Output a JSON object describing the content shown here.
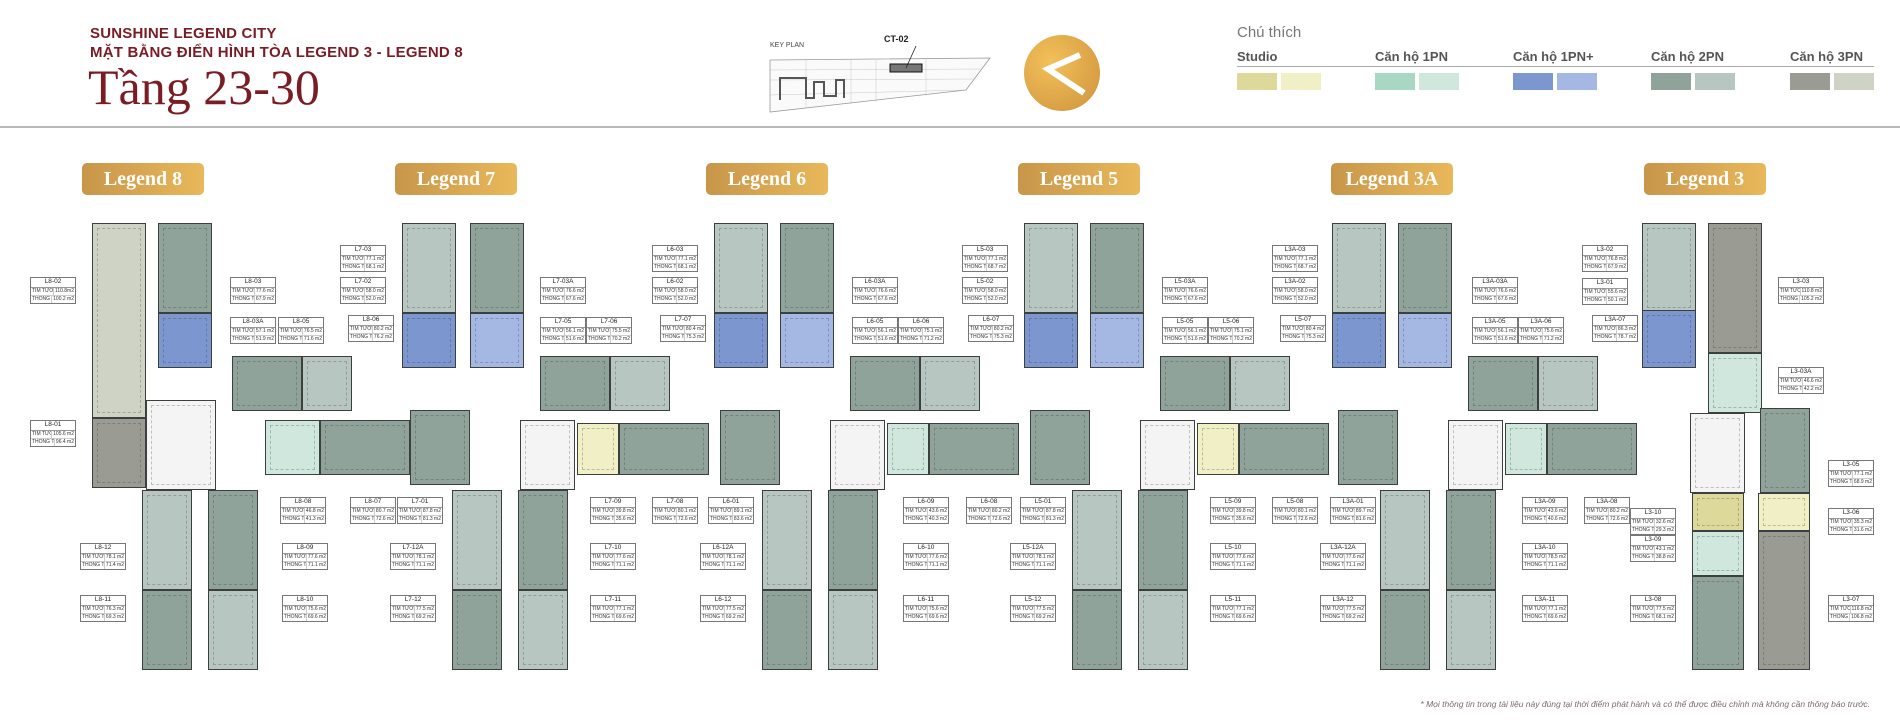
{
  "header": {
    "project": "SUNSHINE LEGEND CITY",
    "subtitle": "MẶT BẰNG ĐIỂN HÌNH TÒA LEGEND 3 - LEGEND 8",
    "title": "Tầng 23-30"
  },
  "keyplan": {
    "label": "KEY PLAN",
    "code": "CT-02"
  },
  "compass": {
    "icon": "north-arrow-icon",
    "color": "#e0a94b"
  },
  "legend": {
    "title": "Chú thích",
    "items": [
      {
        "label": "Studio",
        "colors": [
          "#dcd99b",
          "#f0efc6"
        ]
      },
      {
        "label": "Căn hộ 1PN",
        "colors": [
          "#a8d8c4",
          "#cfe7dd"
        ]
      },
      {
        "label": "Căn hộ 1PN+",
        "colors": [
          "#7c96cf",
          "#a5b7e3"
        ]
      },
      {
        "label": "Căn hộ 2PN",
        "colors": [
          "#8fa39a",
          "#b7c6c0"
        ]
      },
      {
        "label": "Căn hộ 3PN",
        "colors": [
          "#9a9c94",
          "#cfd3c6"
        ]
      }
    ]
  },
  "label_keys": {
    "tim_tuong": "TIM TƯỜNG",
    "thong_thuy": "THÔNG THỦY"
  },
  "buildings": [
    {
      "name": "Legend 8"
    },
    {
      "name": "Legend 7"
    },
    {
      "name": "Legend 6"
    },
    {
      "name": "Legend 5"
    },
    {
      "name": "Legend 3A"
    },
    {
      "name": "Legend 3"
    }
  ],
  "units": {
    "L8_02": {
      "id": "L8-02",
      "tim": "110.8m2",
      "thong": "100.2 m2"
    },
    "L8_01": {
      "id": "L8-01",
      "tim": "105.6 m2",
      "thong": "96.4 m2"
    },
    "L8_03": {
      "id": "L8-03",
      "tim": "77.6 m2",
      "thong": "67.9 m2"
    },
    "L8_03A": {
      "id": "L8-03A",
      "tim": "57.1 m2",
      "thong": "51.9 m2"
    },
    "L8_05": {
      "id": "L8-05",
      "tim": "76.5 m2",
      "thong": "71.6 m2"
    },
    "L8_08": {
      "id": "L8-08",
      "tim": "46.8 m2",
      "thong": "41.3 m2"
    },
    "L8_12": {
      "id": "L8-12",
      "tim": "78.1 m2",
      "thong": "71.4 m2"
    },
    "L8_11": {
      "id": "L8-11",
      "tim": "76.3 m2",
      "thong": "69.3 m2"
    },
    "L8_09": {
      "id": "L8-09",
      "tim": "77.6 m2",
      "thong": "71.1 m2"
    },
    "L8_10": {
      "id": "L8-10",
      "tim": "75.6 m2",
      "thong": "69.6 m2"
    },
    "L7_03": {
      "id": "L7-03",
      "tim": "77.1 m2",
      "thong": "68.1 m2"
    },
    "L7_02": {
      "id": "L7-02",
      "tim": "58.0 m2",
      "thong": "52.0 m2"
    },
    "L8_06": {
      "id": "L8-06",
      "tim": "80.2 m2",
      "thong": "76.2 m2"
    },
    "L7_03A": {
      "id": "L7-03A",
      "tim": "76.6 m2",
      "thong": "67.6 m2"
    },
    "L7_05": {
      "id": "L7-05",
      "tim": "56.1 m2",
      "thong": "51.6 m2"
    },
    "L7_06": {
      "id": "L7-06",
      "tim": "75.5 m2",
      "thong": "70.2 m2"
    },
    "L8_07": {
      "id": "L8-07",
      "tim": "80.7 m2",
      "thong": "72.6 m2"
    },
    "L7_01": {
      "id": "L7-01",
      "tim": "87.8 m2",
      "thong": "81.3 m2"
    },
    "L7_09": {
      "id": "L7-09",
      "tim": "39.8 m2",
      "thong": "35.6 m2"
    },
    "L7_08": {
      "id": "L7-08",
      "tim": "80.1 m2",
      "thong": "72.6 m2"
    },
    "L7_12A": {
      "id": "L7-12A",
      "tim": "78.1 m2",
      "thong": "71.1 m2"
    },
    "L7_12": {
      "id": "L7-12",
      "tim": "77.5 m2",
      "thong": "69.2 m2"
    },
    "L7_10": {
      "id": "L7-10",
      "tim": "77.6 m2",
      "thong": "71.1 m2"
    },
    "L7_11": {
      "id": "L7-11",
      "tim": "77.1 m2",
      "thong": "69.6 m2"
    },
    "L6_03": {
      "id": "L6-03",
      "tim": "77.1 m2",
      "thong": "68.1 m2"
    },
    "L6_02": {
      "id": "L6-02",
      "tim": "58.0 m2",
      "thong": "52.0 m2"
    },
    "L7_07": {
      "id": "L7-07",
      "tim": "80.4 m2",
      "thong": "75.3 m2"
    },
    "L6_03A": {
      "id": "L6-03A",
      "tim": "76.6 m2",
      "thong": "67.6 m2"
    },
    "L6_05": {
      "id": "L6-05",
      "tim": "56.1 m2",
      "thong": "51.6 m2"
    },
    "L6_06": {
      "id": "L6-06",
      "tim": "75.1 m2",
      "thong": "71.2 m2"
    },
    "L6_01": {
      "id": "L6-01",
      "tim": "89.1 m2",
      "thong": "83.6 m2"
    },
    "L6_09": {
      "id": "L6-09",
      "tim": "43.6 m2",
      "thong": "40.3 m2"
    },
    "L6_08": {
      "id": "L6-08",
      "tim": "80.2 m2",
      "thong": "72.6 m2"
    },
    "L6_12A": {
      "id": "L6-12A",
      "tim": "78.1 m2",
      "thong": "71.1 m2"
    },
    "L6_12": {
      "id": "L6-12",
      "tim": "77.5 m2",
      "thong": "69.2 m2"
    },
    "L6_10": {
      "id": "L6-10",
      "tim": "77.6 m2",
      "thong": "71.1 m2"
    },
    "L6_11": {
      "id": "L6-11",
      "tim": "75.6 m2",
      "thong": "69.6 m2"
    },
    "L5_03": {
      "id": "L5-03",
      "tim": "77.1 m2",
      "thong": "68.7 m2"
    },
    "L5_02": {
      "id": "L5-02",
      "tim": "58.0 m2",
      "thong": "52.0 m2"
    },
    "L6_07": {
      "id": "L6-07",
      "tim": "80.2 m2",
      "thong": "75.3 m2"
    },
    "L5_03A": {
      "id": "L5-03A",
      "tim": "76.6 m2",
      "thong": "67.6 m2"
    },
    "L5_05": {
      "id": "L5-05",
      "tim": "56.1 m2",
      "thong": "51.6 m2"
    },
    "L5_06": {
      "id": "L5-06",
      "tim": "75.1 m2",
      "thong": "70.2 m2"
    },
    "L5_01": {
      "id": "L5-01",
      "tim": "87.8 m2",
      "thong": "81.3 m2"
    },
    "L5_09": {
      "id": "L5-09",
      "tim": "39.8 m2",
      "thong": "35.6 m2"
    },
    "L5_08": {
      "id": "L5-08",
      "tim": "80.1 m2",
      "thong": "72.6 m2"
    },
    "L5_12A": {
      "id": "L5-12A",
      "tim": "78.1 m2",
      "thong": "71.1 m2"
    },
    "L5_12": {
      "id": "L5-12",
      "tim": "77.5 m2",
      "thong": "69.2 m2"
    },
    "L5_10": {
      "id": "L5-10",
      "tim": "77.6 m2",
      "thong": "71.1 m2"
    },
    "L5_11": {
      "id": "L5-11",
      "tim": "77.1 m2",
      "thong": "69.6 m2"
    },
    "L3A_03": {
      "id": "L3A-03",
      "tim": "77.1 m2",
      "thong": "68.7 m2"
    },
    "L3A_02": {
      "id": "L3A-02",
      "tim": "58.0 m2",
      "thong": "52.0 m2"
    },
    "L5_07": {
      "id": "L5-07",
      "tim": "80.4 m2",
      "thong": "75.3 m2"
    },
    "L3A_03A": {
      "id": "L3A-03A",
      "tim": "76.6 m2",
      "thong": "67.6 m2"
    },
    "L3A_05": {
      "id": "L3A-05",
      "tim": "56.1 m2",
      "thong": "51.6 m2"
    },
    "L3A_06": {
      "id": "L3A-06",
      "tim": "75.6 m2",
      "thong": "71.2 m2"
    },
    "L3A_01": {
      "id": "L3A-01",
      "tim": "89.7 m2",
      "thong": "81.6 m2"
    },
    "L3A_09": {
      "id": "L3A-09",
      "tim": "43.6 m2",
      "thong": "40.6 m2"
    },
    "L3A_08": {
      "id": "L3A-08",
      "tim": "80.2 m2",
      "thong": "72.6 m2"
    },
    "L3A_12A": {
      "id": "L3A-12A",
      "tim": "77.6 m2",
      "thong": "71.1 m2"
    },
    "L3A_12": {
      "id": "L3A-12",
      "tim": "77.5 m2",
      "thong": "69.2 m2"
    },
    "L3A_10": {
      "id": "L3A-10",
      "tim": "78.5 m2",
      "thong": "71.1 m2"
    },
    "L3A_11": {
      "id": "L3A-11",
      "tim": "77.1 m2",
      "thong": "69.6 m2"
    },
    "L3_02": {
      "id": "L3-02",
      "tim": "76.8 m2",
      "thong": "67.9 m2"
    },
    "L3_01": {
      "id": "L3-01",
      "tim": "55.6 m2",
      "thong": "50.1 m2"
    },
    "L3A_07": {
      "id": "L3A-07",
      "tim": "86.3 m2",
      "thong": "78.7 m2"
    },
    "L3_03": {
      "id": "L3-03",
      "tim": "110.8 m2",
      "thong": "105.2 m2"
    },
    "L3_03A": {
      "id": "L3-03A",
      "tim": "46.6 m2",
      "thong": "42.2 m2"
    },
    "L3_05": {
      "id": "L3-05",
      "tim": "77.1 m2",
      "thong": "68.9 m2"
    },
    "L3_06": {
      "id": "L3-06",
      "tim": "35.3 m2",
      "thong": "31.6 m2"
    },
    "L3_10": {
      "id": "L3-10",
      "tim": "32.6 m2",
      "thong": "29.3 m2"
    },
    "L3_09": {
      "id": "L3-09",
      "tim": "43.1 m2",
      "thong": "38.8 m2"
    },
    "L3_08": {
      "id": "L3-08",
      "tim": "77.5 m2",
      "thong": "68.1 m2"
    },
    "L3_07": {
      "id": "L3-07",
      "tim": "116.8 m2",
      "thong": "106.8 m2"
    }
  },
  "footnote": "* Mọi thông tin trong tài liệu này đúng tại thời điểm phát hành và có thể được điều chỉnh mà không cần thông báo trước."
}
